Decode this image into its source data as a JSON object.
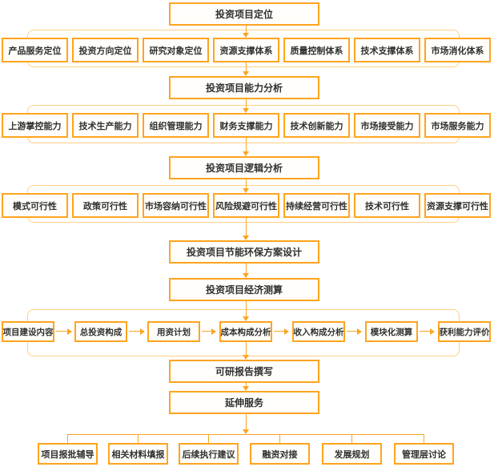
{
  "flow": {
    "headers": {
      "positioning": "投资项目定位",
      "capability": "投资项目能力分析",
      "logic": "投资项目逻辑分析",
      "green_design": "投资项目节能环保方案设计",
      "economic": "投资项目经济测算",
      "report": "可研报告撰写",
      "extended": "延伸服务"
    },
    "positioning_children": [
      "产品服务定位",
      "投资方向定位",
      "研究对象定位",
      "资源支撑体系",
      "质量控制体系",
      "技术支撑体系",
      "市场消化体系"
    ],
    "capability_children": [
      "上游掌控能力",
      "技术生产能力",
      "组织管理能力",
      "财务支撑能力",
      "技术创新能力",
      "市场接受能力",
      "市场服务能力"
    ],
    "logic_children": [
      "模式可行性",
      "政策可行性",
      "市场容纳可行性",
      "风险规避可行性",
      "持续经营可行性",
      "技术可行性",
      "资源支撑可行性"
    ],
    "economic_steps": [
      "项目建设内容",
      "总投资构成",
      "用资计划",
      "成本构成分析",
      "收入构成分析",
      "模块化测算",
      "获利能力评价"
    ],
    "extended_children": [
      "项目报批辅导",
      "相关材料填报",
      "后续执行建议",
      "融资对接",
      "发展规划",
      "管理层讨论"
    ],
    "colors": {
      "node_border": "#FFA41E",
      "bracket_line": "#FFCF87",
      "connector": "#F9A623",
      "node_fill": "#FFFEFA",
      "text": "#303030"
    }
  }
}
